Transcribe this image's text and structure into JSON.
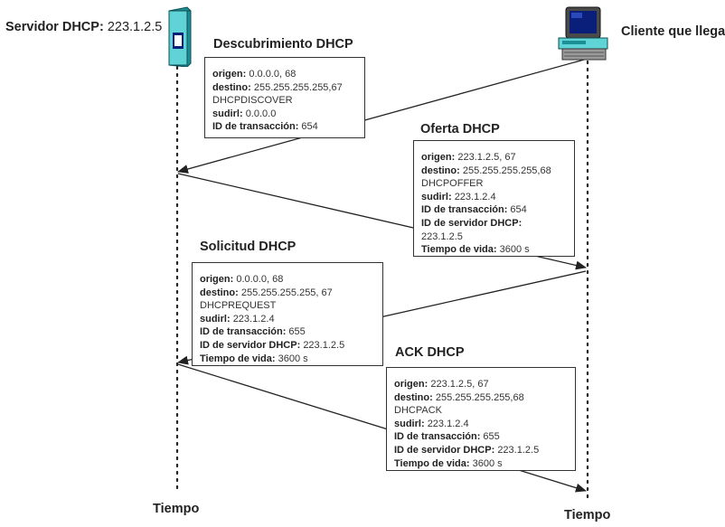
{
  "server": {
    "label_bold": "Servidor DHCP:",
    "label_ip": "223.1.2.5"
  },
  "client": {
    "label": "Cliente que llega"
  },
  "time_labels": {
    "left": "Tiempo",
    "right": "Tiempo"
  },
  "messages": [
    {
      "title": "Descubrimiento DHCP",
      "fields": [
        {
          "k": "origen:",
          "v": "0.0.0.0, 68"
        },
        {
          "k": "destino:",
          "v": "255.255.255.255,67"
        },
        {
          "k": "",
          "v": "DHCPDISCOVER"
        },
        {
          "k": "sudirl:",
          "v": "0.0.0.0"
        },
        {
          "k": "ID de transacción:",
          "v": "654"
        }
      ]
    },
    {
      "title": "Oferta DHCP",
      "fields": [
        {
          "k": "origen:",
          "v": "223.1.2.5, 67"
        },
        {
          "k": "destino:",
          "v": "255.255.255.255,68"
        },
        {
          "k": "",
          "v": "DHCPOFFER"
        },
        {
          "k": "sudirl:",
          "v": "223.1.2.4"
        },
        {
          "k": "ID de transacción:",
          "v": "654"
        },
        {
          "k": "ID de servidor DHCP:",
          "v": ""
        },
        {
          "k": "",
          "v": "223.1.2.5"
        },
        {
          "k": "Tiempo de vida:",
          "v": "3600 s"
        }
      ]
    },
    {
      "title": "Solicitud DHCP",
      "fields": [
        {
          "k": "origen:",
          "v": "0.0.0.0, 68"
        },
        {
          "k": "destino:",
          "v": "255.255.255.255, 67"
        },
        {
          "k": "",
          "v": "DHCPREQUEST"
        },
        {
          "k": "sudirl:",
          "v": "223.1.2.4"
        },
        {
          "k": "ID de transacción:",
          "v": "655"
        },
        {
          "k": "ID de servidor DHCP:",
          "v": "223.1.2.5"
        },
        {
          "k": "Tiempo de vida:",
          "v": "3600 s"
        }
      ]
    },
    {
      "title": "ACK DHCP",
      "fields": [
        {
          "k": "origen:",
          "v": "223.1.2.5, 67"
        },
        {
          "k": "destino:",
          "v": "255.255.255.255,68"
        },
        {
          "k": "",
          "v": "DHCPACK"
        },
        {
          "k": "sudirl:",
          "v": "223.1.2.4"
        },
        {
          "k": "ID de transacción:",
          "v": "655"
        },
        {
          "k": "ID de servidor DHCP:",
          "v": "223.1.2.5"
        },
        {
          "k": "Tiempo de vida:",
          "v": "3600 s"
        }
      ]
    }
  ],
  "icons": {
    "server": "server-tower-icon",
    "client": "desktop-computer-icon"
  },
  "colors": {
    "server_body": "#5fd3d6",
    "server_dark": "#1b8f95",
    "monitor_screen": "#0a1f7a",
    "line": "#222222"
  }
}
